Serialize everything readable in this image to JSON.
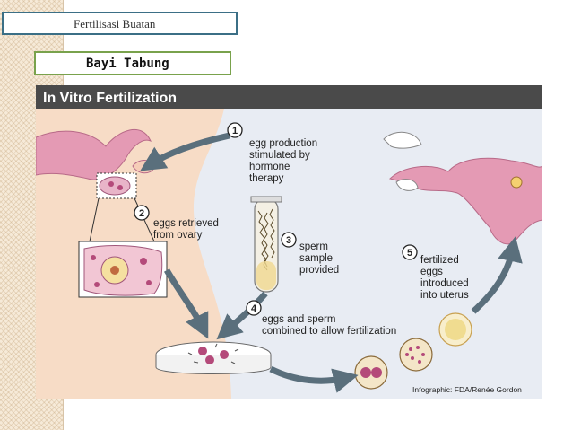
{
  "header": {
    "title": "Fertilisasi  Buatan",
    "subtitle": "Bayi Tabung"
  },
  "diagram": {
    "title": "In Vitro Fertilization",
    "steps": [
      {
        "num": "1",
        "lines": [
          "egg production",
          "stimulated by",
          "hormone",
          "therapy"
        ]
      },
      {
        "num": "2",
        "lines": [
          "eggs retrieved",
          "from ovary"
        ]
      },
      {
        "num": "3",
        "lines": [
          "sperm",
          "sample",
          "provided"
        ]
      },
      {
        "num": "4",
        "lines": [
          "eggs and sperm",
          "combined to allow fertilization"
        ]
      },
      {
        "num": "5",
        "lines": [
          "fertilized",
          "eggs",
          "introduced",
          "into uterus"
        ]
      }
    ],
    "credit": "Infographic: FDA/Renée Gordon",
    "colors": {
      "title_bar": "#4a4a4a",
      "background": "#e8ecf3",
      "body": "#f7dcc6",
      "arrow": "#5a6f7c",
      "uterus": "#e49ab4"
    }
  }
}
